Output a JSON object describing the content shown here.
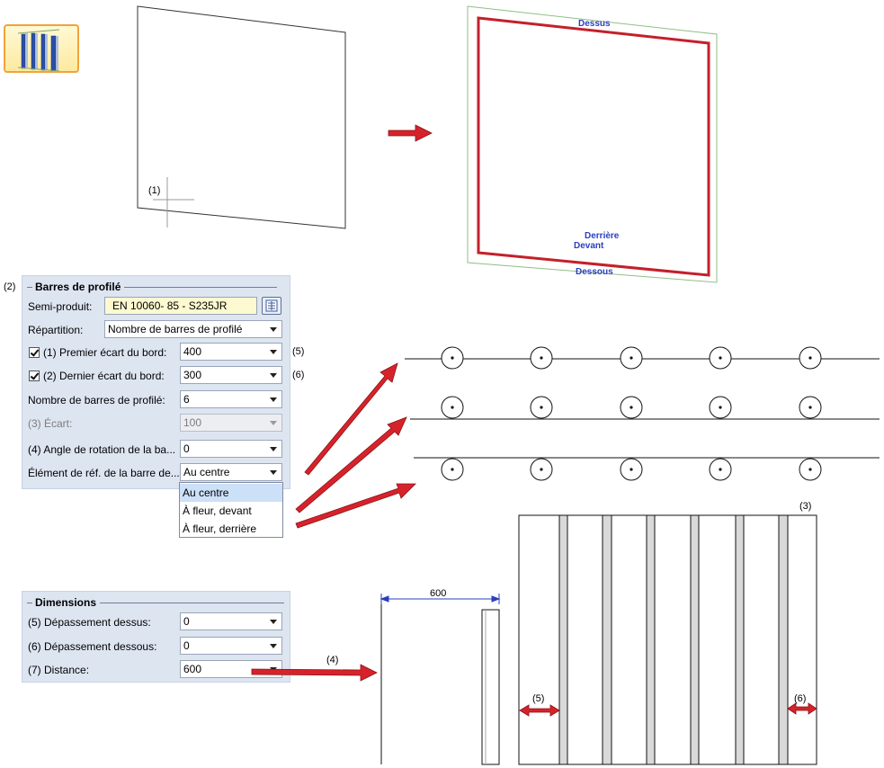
{
  "tool_icon": {
    "icon": "profile-bars-tool-icon"
  },
  "diagram_top": {
    "point_label": "(1)",
    "face_labels": {
      "top": "Dessus",
      "back": "Derrière",
      "front": "Devant",
      "bottom": "Dessous"
    }
  },
  "panel_profile": {
    "number_label": "(2)",
    "title": "Barres de profilé",
    "rows": {
      "semi_product": {
        "label": "Semi-produit:",
        "value": "EN 10060- 85 - S235JR"
      },
      "distribution": {
        "label": "Répartition:",
        "value": "Nombre de barres de profilé"
      },
      "first_gap": {
        "label": "(1) Premier écart du bord:",
        "value": "400",
        "checked": true,
        "callout": "(5)"
      },
      "last_gap": {
        "label": "(2) Dernier écart du bord:",
        "value": "300",
        "checked": true,
        "callout": "(6)"
      },
      "bar_count": {
        "label": "Nombre de barres de profilé:",
        "value": "6"
      },
      "spacing": {
        "label": "(3) Écart:",
        "value": "100"
      },
      "rotation": {
        "label": "(4) Angle de rotation de la ba...",
        "value": "0"
      },
      "reference": {
        "label": "Élément de réf. de la barre de...",
        "value": "Au centre"
      }
    },
    "dropdown_options": [
      "Au centre",
      "À fleur, devant",
      "À fleur, derrière"
    ]
  },
  "panel_dimensions": {
    "title": "Dimensions",
    "rows": {
      "overhang_top": {
        "label": "(5) Dépassement dessus:",
        "value": "0"
      },
      "overhang_bottom": {
        "label": "(6) Dépassement dessous:",
        "value": "0"
      },
      "distance": {
        "label": "(7) Distance:",
        "value": "600"
      }
    }
  },
  "diagram_bottom": {
    "dimension_value": "600",
    "callouts": {
      "c3": "(3)",
      "c4": "(4)",
      "c5": "(5)",
      "c6": "(6)"
    }
  },
  "colors": {
    "accent_red": "#d6232b",
    "face_label_blue": "#2a3fbf",
    "panel_bg": "#dde5f1",
    "icon_border": "#f2a23a"
  }
}
